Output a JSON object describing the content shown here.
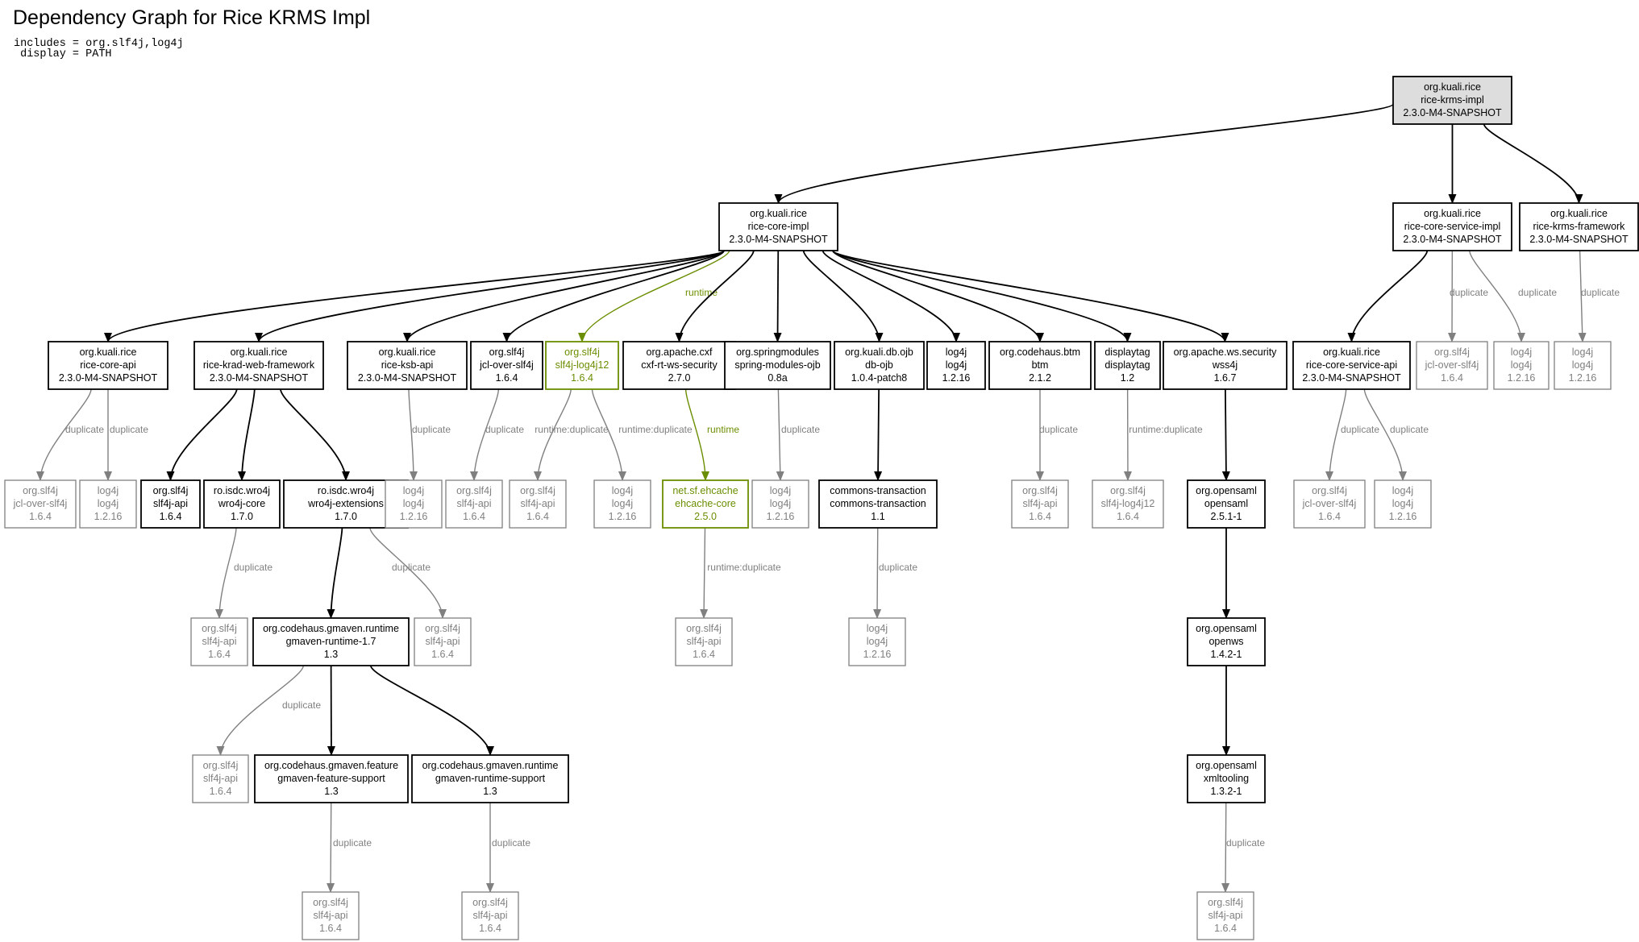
{
  "title": "Dependency Graph for Rice KRMS Impl",
  "includes_line": "includes = org.slf4j,log4j",
  "display_line": " display = PATH",
  "colors": {
    "root_fill": "#dddddd",
    "normal": "#000000",
    "duplicate": "#808080",
    "runtime": "#6b8e00"
  },
  "nodes": [
    {
      "id": "root",
      "lines": [
        "org.kuali.rice",
        "rice-krms-impl",
        "2.3.0-M4-SNAPSHOT"
      ],
      "style": "root"
    },
    {
      "id": "core_impl",
      "lines": [
        "org.kuali.rice",
        "rice-core-impl",
        "2.3.0-M4-SNAPSHOT"
      ],
      "style": "normal"
    },
    {
      "id": "core_service_impl",
      "lines": [
        "org.kuali.rice",
        "rice-core-service-impl",
        "2.3.0-M4-SNAPSHOT"
      ],
      "style": "normal"
    },
    {
      "id": "krms_framework",
      "lines": [
        "org.kuali.rice",
        "rice-krms-framework",
        "2.3.0-M4-SNAPSHOT"
      ],
      "style": "normal"
    },
    {
      "id": "core_api",
      "lines": [
        "org.kuali.rice",
        "rice-core-api",
        "2.3.0-M4-SNAPSHOT"
      ],
      "style": "normal"
    },
    {
      "id": "krad_web",
      "lines": [
        "org.kuali.rice",
        "rice-krad-web-framework",
        "2.3.0-M4-SNAPSHOT"
      ],
      "style": "normal"
    },
    {
      "id": "ksb_api",
      "lines": [
        "org.kuali.rice",
        "rice-ksb-api",
        "2.3.0-M4-SNAPSHOT"
      ],
      "style": "normal"
    },
    {
      "id": "jcl_over",
      "lines": [
        "org.slf4j",
        "jcl-over-slf4j",
        "1.6.4"
      ],
      "style": "normal"
    },
    {
      "id": "slf4j_log4j12",
      "lines": [
        "org.slf4j",
        "slf4j-log4j12",
        "1.6.4"
      ],
      "style": "runtime"
    },
    {
      "id": "cxf",
      "lines": [
        "org.apache.cxf",
        "cxf-rt-ws-security",
        "2.7.0"
      ],
      "style": "normal"
    },
    {
      "id": "spring_ojb",
      "lines": [
        "org.springmodules",
        "spring-modules-ojb",
        "0.8a"
      ],
      "style": "normal"
    },
    {
      "id": "db_ojb",
      "lines": [
        "org.kuali.db.ojb",
        "db-ojb",
        "1.0.4-patch8"
      ],
      "style": "normal"
    },
    {
      "id": "log4j_main",
      "lines": [
        "log4j",
        "log4j",
        "1.2.16"
      ],
      "style": "normal"
    },
    {
      "id": "btm",
      "lines": [
        "org.codehaus.btm",
        "btm",
        "2.1.2"
      ],
      "style": "normal"
    },
    {
      "id": "displaytag",
      "lines": [
        "displaytag",
        "displaytag",
        "1.2"
      ],
      "style": "normal"
    },
    {
      "id": "wss4j",
      "lines": [
        "org.apache.ws.security",
        "wss4j",
        "1.6.7"
      ],
      "style": "normal"
    },
    {
      "id": "core_service_api",
      "lines": [
        "org.kuali.rice",
        "rice-core-service-api",
        "2.3.0-M4-SNAPSHOT"
      ],
      "style": "normal"
    },
    {
      "id": "d_csi_jcl",
      "lines": [
        "org.slf4j",
        "jcl-over-slf4j",
        "1.6.4"
      ],
      "style": "duplicate"
    },
    {
      "id": "d_csi_log4j",
      "lines": [
        "log4j",
        "log4j",
        "1.2.16"
      ],
      "style": "duplicate"
    },
    {
      "id": "d_kf_log4j",
      "lines": [
        "log4j",
        "log4j",
        "1.2.16"
      ],
      "style": "duplicate"
    },
    {
      "id": "d_ca_jcl",
      "lines": [
        "org.slf4j",
        "jcl-over-slf4j",
        "1.6.4"
      ],
      "style": "duplicate"
    },
    {
      "id": "d_ca_log4j",
      "lines": [
        "log4j",
        "log4j",
        "1.2.16"
      ],
      "style": "duplicate"
    },
    {
      "id": "slf4j_api",
      "lines": [
        "org.slf4j",
        "slf4j-api",
        "1.6.4"
      ],
      "style": "normal"
    },
    {
      "id": "wro4j_core",
      "lines": [
        "ro.isdc.wro4j",
        "wro4j-core",
        "1.7.0"
      ],
      "style": "normal"
    },
    {
      "id": "wro4j_ext",
      "lines": [
        "ro.isdc.wro4j",
        "wro4j-extensions",
        "1.7.0"
      ],
      "style": "normal"
    },
    {
      "id": "d_ksb_log4j",
      "lines": [
        "log4j",
        "log4j",
        "1.2.16"
      ],
      "style": "duplicate"
    },
    {
      "id": "d_jcl_api",
      "lines": [
        "org.slf4j",
        "slf4j-api",
        "1.6.4"
      ],
      "style": "duplicate"
    },
    {
      "id": "d_sl_api",
      "lines": [
        "org.slf4j",
        "slf4j-api",
        "1.6.4"
      ],
      "style": "duplicate"
    },
    {
      "id": "d_sl_log4j",
      "lines": [
        "log4j",
        "log4j",
        "1.2.16"
      ],
      "style": "duplicate"
    },
    {
      "id": "ehcache",
      "lines": [
        "net.sf.ehcache",
        "ehcache-core",
        "2.5.0"
      ],
      "style": "runtime"
    },
    {
      "id": "d_spring_log4j",
      "lines": [
        "log4j",
        "log4j",
        "1.2.16"
      ],
      "style": "duplicate"
    },
    {
      "id": "commons_tx",
      "lines": [
        "commons-transaction",
        "commons-transaction",
        "1.1"
      ],
      "style": "normal"
    },
    {
      "id": "d_btm_api",
      "lines": [
        "org.slf4j",
        "slf4j-api",
        "1.6.4"
      ],
      "style": "duplicate"
    },
    {
      "id": "d_dt_log4j12",
      "lines": [
        "org.slf4j",
        "slf4j-log4j12",
        "1.6.4"
      ],
      "style": "duplicate"
    },
    {
      "id": "opensaml",
      "lines": [
        "org.opensaml",
        "opensaml",
        "2.5.1-1"
      ],
      "style": "normal"
    },
    {
      "id": "d_csa_jcl",
      "lines": [
        "org.slf4j",
        "jcl-over-slf4j",
        "1.6.4"
      ],
      "style": "duplicate"
    },
    {
      "id": "d_csa_log4j",
      "lines": [
        "log4j",
        "log4j",
        "1.2.16"
      ],
      "style": "duplicate"
    },
    {
      "id": "d_wc_api",
      "lines": [
        "org.slf4j",
        "slf4j-api",
        "1.6.4"
      ],
      "style": "duplicate"
    },
    {
      "id": "gmaven_rt17",
      "lines": [
        "org.codehaus.gmaven.runtime",
        "gmaven-runtime-1.7",
        "1.3"
      ],
      "style": "normal"
    },
    {
      "id": "d_we_api",
      "lines": [
        "org.slf4j",
        "slf4j-api",
        "1.6.4"
      ],
      "style": "duplicate"
    },
    {
      "id": "d_eh_api",
      "lines": [
        "org.slf4j",
        "slf4j-api",
        "1.6.4"
      ],
      "style": "duplicate"
    },
    {
      "id": "d_ct_log4j",
      "lines": [
        "log4j",
        "log4j",
        "1.2.16"
      ],
      "style": "duplicate"
    },
    {
      "id": "openws",
      "lines": [
        "org.opensaml",
        "openws",
        "1.4.2-1"
      ],
      "style": "normal"
    },
    {
      "id": "d_gr_api",
      "lines": [
        "org.slf4j",
        "slf4j-api",
        "1.6.4"
      ],
      "style": "duplicate"
    },
    {
      "id": "gmaven_feature",
      "lines": [
        "org.codehaus.gmaven.feature",
        "gmaven-feature-support",
        "1.3"
      ],
      "style": "normal"
    },
    {
      "id": "gmaven_rt_support",
      "lines": [
        "org.codehaus.gmaven.runtime",
        "gmaven-runtime-support",
        "1.3"
      ],
      "style": "normal"
    },
    {
      "id": "xmltooling",
      "lines": [
        "org.opensaml",
        "xmltooling",
        "1.3.2-1"
      ],
      "style": "normal"
    },
    {
      "id": "d_gf_api",
      "lines": [
        "org.slf4j",
        "slf4j-api",
        "1.6.4"
      ],
      "style": "duplicate"
    },
    {
      "id": "d_grs_api",
      "lines": [
        "org.slf4j",
        "slf4j-api",
        "1.6.4"
      ],
      "style": "duplicate"
    },
    {
      "id": "d_xt_api",
      "lines": [
        "org.slf4j",
        "slf4j-api",
        "1.6.4"
      ],
      "style": "duplicate"
    }
  ],
  "edges": [
    {
      "from": "root",
      "to": "core_impl",
      "label": "",
      "style": "normal"
    },
    {
      "from": "root",
      "to": "core_service_impl",
      "label": "",
      "style": "normal"
    },
    {
      "from": "root",
      "to": "krms_framework",
      "label": "",
      "style": "normal"
    },
    {
      "from": "core_impl",
      "to": "core_api",
      "label": "",
      "style": "normal"
    },
    {
      "from": "core_impl",
      "to": "krad_web",
      "label": "",
      "style": "normal"
    },
    {
      "from": "core_impl",
      "to": "ksb_api",
      "label": "",
      "style": "normal"
    },
    {
      "from": "core_impl",
      "to": "jcl_over",
      "label": "",
      "style": "normal"
    },
    {
      "from": "core_impl",
      "to": "slf4j_log4j12",
      "label": "runtime",
      "style": "runtime"
    },
    {
      "from": "core_impl",
      "to": "cxf",
      "label": "",
      "style": "normal"
    },
    {
      "from": "core_impl",
      "to": "spring_ojb",
      "label": "",
      "style": "normal"
    },
    {
      "from": "core_impl",
      "to": "db_ojb",
      "label": "",
      "style": "normal"
    },
    {
      "from": "core_impl",
      "to": "log4j_main",
      "label": "",
      "style": "normal"
    },
    {
      "from": "core_impl",
      "to": "btm",
      "label": "",
      "style": "normal"
    },
    {
      "from": "core_impl",
      "to": "displaytag",
      "label": "",
      "style": "normal"
    },
    {
      "from": "core_impl",
      "to": "wss4j",
      "label": "",
      "style": "normal"
    },
    {
      "from": "core_service_impl",
      "to": "core_service_api",
      "label": "",
      "style": "normal"
    },
    {
      "from": "core_service_impl",
      "to": "d_csi_jcl",
      "label": "duplicate",
      "style": "duplicate"
    },
    {
      "from": "core_service_impl",
      "to": "d_csi_log4j",
      "label": "duplicate",
      "style": "duplicate"
    },
    {
      "from": "krms_framework",
      "to": "d_kf_log4j",
      "label": "duplicate",
      "style": "duplicate"
    },
    {
      "from": "core_api",
      "to": "d_ca_jcl",
      "label": "duplicate",
      "style": "duplicate"
    },
    {
      "from": "core_api",
      "to": "d_ca_log4j",
      "label": "duplicate",
      "style": "duplicate"
    },
    {
      "from": "krad_web",
      "to": "slf4j_api",
      "label": "",
      "style": "normal"
    },
    {
      "from": "krad_web",
      "to": "wro4j_core",
      "label": "",
      "style": "normal"
    },
    {
      "from": "krad_web",
      "to": "wro4j_ext",
      "label": "",
      "style": "normal"
    },
    {
      "from": "ksb_api",
      "to": "d_ksb_log4j",
      "label": "duplicate",
      "style": "duplicate"
    },
    {
      "from": "jcl_over",
      "to": "d_jcl_api",
      "label": "duplicate",
      "style": "duplicate"
    },
    {
      "from": "slf4j_log4j12",
      "to": "d_sl_api",
      "label": "runtime:duplicate",
      "style": "duplicate"
    },
    {
      "from": "slf4j_log4j12",
      "to": "d_sl_log4j",
      "label": "runtime:duplicate",
      "style": "duplicate"
    },
    {
      "from": "cxf",
      "to": "ehcache",
      "label": "runtime",
      "style": "runtime"
    },
    {
      "from": "spring_ojb",
      "to": "d_spring_log4j",
      "label": "duplicate",
      "style": "duplicate"
    },
    {
      "from": "db_ojb",
      "to": "commons_tx",
      "label": "",
      "style": "normal"
    },
    {
      "from": "btm",
      "to": "d_btm_api",
      "label": "duplicate",
      "style": "duplicate"
    },
    {
      "from": "displaytag",
      "to": "d_dt_log4j12",
      "label": "runtime:duplicate",
      "style": "duplicate"
    },
    {
      "from": "wss4j",
      "to": "opensaml",
      "label": "",
      "style": "normal"
    },
    {
      "from": "core_service_api",
      "to": "d_csa_jcl",
      "label": "duplicate",
      "style": "duplicate"
    },
    {
      "from": "core_service_api",
      "to": "d_csa_log4j",
      "label": "duplicate",
      "style": "duplicate"
    },
    {
      "from": "wro4j_core",
      "to": "d_wc_api",
      "label": "duplicate",
      "style": "duplicate"
    },
    {
      "from": "wro4j_ext",
      "to": "gmaven_rt17",
      "label": "",
      "style": "normal"
    },
    {
      "from": "wro4j_ext",
      "to": "d_we_api",
      "label": "duplicate",
      "style": "duplicate"
    },
    {
      "from": "ehcache",
      "to": "d_eh_api",
      "label": "runtime:duplicate",
      "style": "duplicate"
    },
    {
      "from": "commons_tx",
      "to": "d_ct_log4j",
      "label": "duplicate",
      "style": "duplicate"
    },
    {
      "from": "opensaml",
      "to": "openws",
      "label": "",
      "style": "normal"
    },
    {
      "from": "gmaven_rt17",
      "to": "d_gr_api",
      "label": "duplicate",
      "style": "duplicate"
    },
    {
      "from": "gmaven_rt17",
      "to": "gmaven_feature",
      "label": "",
      "style": "normal"
    },
    {
      "from": "gmaven_rt17",
      "to": "gmaven_rt_support",
      "label": "",
      "style": "normal"
    },
    {
      "from": "openws",
      "to": "xmltooling",
      "label": "",
      "style": "normal"
    },
    {
      "from": "gmaven_feature",
      "to": "d_gf_api",
      "label": "duplicate",
      "style": "duplicate"
    },
    {
      "from": "gmaven_rt_support",
      "to": "d_grs_api",
      "label": "duplicate",
      "style": "duplicate"
    },
    {
      "from": "xmltooling",
      "to": "d_xt_api",
      "label": "duplicate",
      "style": "duplicate"
    }
  ]
}
